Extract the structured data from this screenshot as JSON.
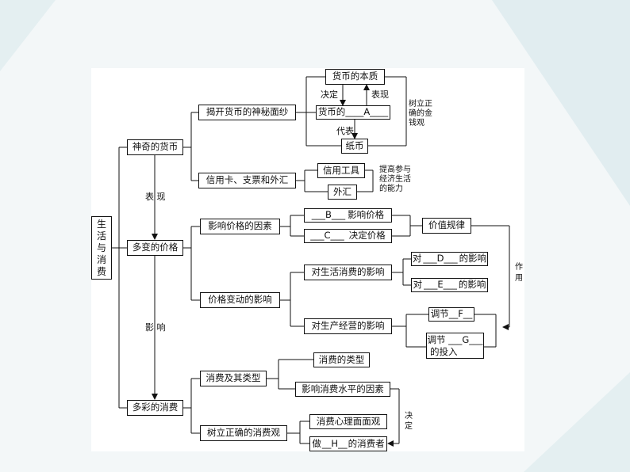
{
  "colors": {
    "background": "#f3f7f8",
    "panel": "#ffffff",
    "line": "#111111",
    "decor": "#dcebee"
  },
  "root": {
    "chars": [
      "生",
      "活",
      "与",
      "消",
      "费"
    ]
  },
  "level1": {
    "money": "神奇的货币",
    "price": "多变的价格",
    "consume": "多彩的消费"
  },
  "between": {
    "biaoxian": "表 现",
    "yingxiang": "影 响"
  },
  "money": {
    "reveal": "揭开货币的神秘面纱",
    "essence": "货币的本质",
    "decide": "决定",
    "express": "表现",
    "func_prefix": "货币的",
    "func_blank": "____A____",
    "represent": "代表",
    "paper": "纸币",
    "note1": [
      "树立正",
      "确的金",
      "钱观"
    ],
    "credit": "信用卡、支票和外汇",
    "credit_tool": "信用工具",
    "forex": "外汇",
    "note2": [
      "提高参与",
      "经济生活",
      "的能力"
    ]
  },
  "price": {
    "factors": "影响价格的因素",
    "b_blank": "___B___",
    "b_suffix": "影响价格",
    "c_blank": "___C___",
    "c_suffix": "决定价格",
    "law": "价值规律",
    "effect": "作用",
    "change": "价格变动的影响",
    "life": "对生活消费的影响",
    "d_prefix": "对",
    "d_blank": "___D___",
    "d_suffix": "的影响",
    "e_prefix": "对",
    "e_blank": "___E___",
    "e_suffix": "的影响",
    "prod": "对生产经营的影响",
    "f_prefix": "调节",
    "f_blank": "__F__",
    "g_prefix": "调节",
    "g_blank": "___G___",
    "g_suffix": "的投入"
  },
  "consume": {
    "types": "消费及其类型",
    "type_of": "消费的类型",
    "level": "影响消费水平的因素",
    "view": "树立正确的消费观",
    "psych": "消费心理面面观",
    "h_prefix": "做",
    "h_blank": "__H__",
    "h_suffix": "的消费者",
    "decide": "决定"
  }
}
